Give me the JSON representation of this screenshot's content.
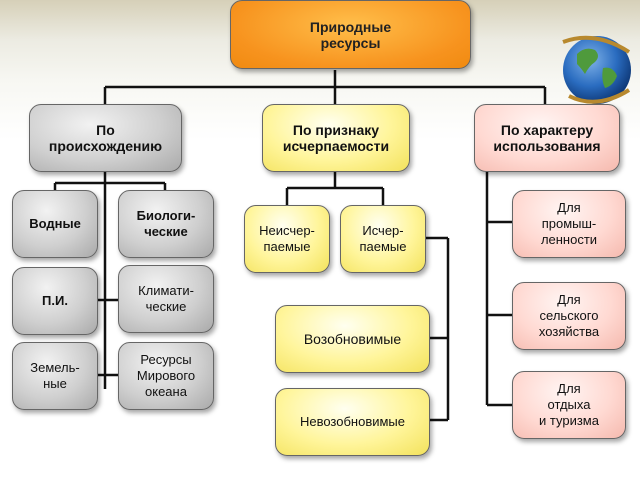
{
  "root": {
    "label": "Природные\nресурсы"
  },
  "categories": {
    "origin": "По\nпроисхождению",
    "exhaustibility": "По признаку\nисчерпаемости",
    "usage": "По характеру\nиспользования"
  },
  "origin_items": {
    "water": "Водные",
    "biological": "Биологи-\nческие",
    "mineral": "П.И.",
    "climatic": "Климати-\nческие",
    "land": "Земель-\nные",
    "ocean": "Ресурсы\nМирового\nокеана"
  },
  "exhaust_items": {
    "inexhaustible": "Неисчер-\nпаемые",
    "exhaustible": "Исчер-\nпаемые",
    "renewable": "Возобновимые",
    "nonrenewable": "Невозобновимые"
  },
  "usage_items": {
    "industry": "Для\nпромыш-\nленности",
    "agriculture": "Для\nсельского\nхозяйства",
    "recreation": "Для\nотдыха\nи туризма"
  },
  "colors": {
    "root": "#f7931e",
    "origin": "#c8c8c8",
    "exhaustibility": "#fff59a",
    "usage": "#ffd9d2"
  },
  "decorations": {
    "globe": "globe-icon"
  }
}
